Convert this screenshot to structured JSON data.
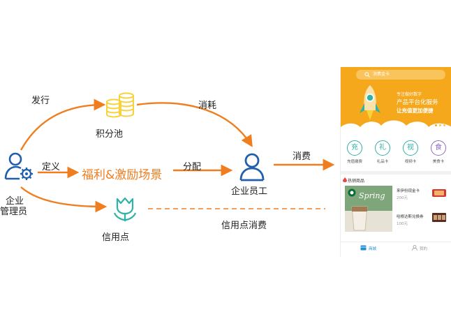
{
  "diagram": {
    "admin_label_line1": "企业",
    "admin_label_line2": "管理员",
    "points_pool": "积分池",
    "benefit_scene": "福利&激励场景",
    "credit_points": "信用点",
    "employee": "企业员工",
    "edge_issue": "发行",
    "edge_define": "定义",
    "edge_consume_points": "消耗",
    "edge_allocate": "分配",
    "edge_consume": "消费",
    "edge_credit_consume": "信用点消费"
  },
  "phone": {
    "search_placeholder": "消费金卡",
    "hero_line1": "专注做好数字",
    "hero_line2": "产品平台化服务",
    "hero_line3": "让充值更加便捷",
    "categories": [
      {
        "icon_char": "充",
        "label": "充值缴费",
        "color": "#2fb3a5"
      },
      {
        "icon_char": "礼",
        "label": "礼品卡",
        "color": "#2fb3a5"
      },
      {
        "icon_char": "视",
        "label": "视频卡",
        "color": "#2fb3a5"
      },
      {
        "icon_char": "食",
        "label": "美食卡",
        "color": "#8e6bbf"
      }
    ],
    "hot_title": "热销商品",
    "products": [
      {
        "name": "来伊份现金卡",
        "price": "200元"
      },
      {
        "name": "哈根达斯兑换券",
        "price": "100元"
      }
    ],
    "promo_text": "Spring",
    "tabs": {
      "mall": "商城",
      "mine": "我的"
    }
  },
  "colors": {
    "arrow_orange": "#f07d1e",
    "icon_blue": "#1f5fae",
    "coin_yellow": "#f7d23a",
    "tulip_teal": "#2fb3a5",
    "hero_orange": "#f5a81b"
  }
}
